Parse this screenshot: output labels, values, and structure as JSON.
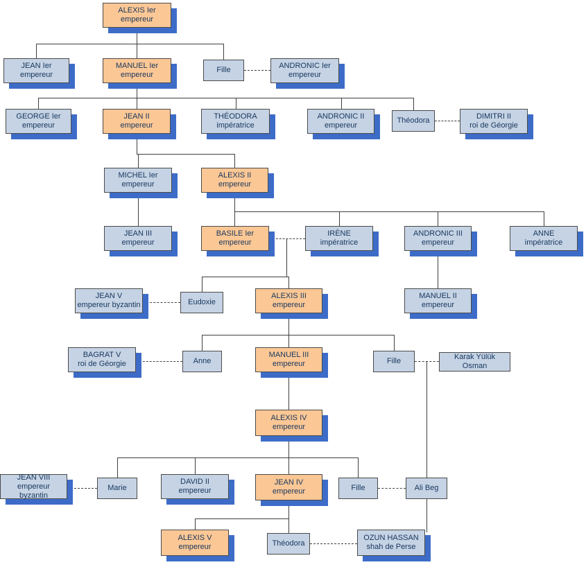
{
  "colors": {
    "dynasty_line_fill": "#FBC795",
    "member_fill": "#C5D3E4",
    "shadow_accent": "#3D6CC8",
    "text": "#17365D",
    "connector": "#3F3F3F"
  },
  "nodes": {
    "alexis1": {
      "line1": "ALEXIS Ier",
      "line2": "empereur"
    },
    "jean1": {
      "line1": "JEAN Ier",
      "line2": "empereur"
    },
    "manuel1": {
      "line1": "MANUEL Ier",
      "line2": "empereur"
    },
    "fille1": {
      "line1": "Fille"
    },
    "andronic1": {
      "line1": "ANDRONIC Ier",
      "line2": "empereur"
    },
    "george1": {
      "line1": "GEORGE Ier",
      "line2": "empereur"
    },
    "jean2": {
      "line1": "JEAN II",
      "line2": "empereur"
    },
    "theodora1": {
      "line1": "THÉODORA",
      "line2": "impératrice"
    },
    "andronic2": {
      "line1": "ANDRONIC II",
      "line2": "empereur"
    },
    "theodora2": {
      "line1": "Théodora"
    },
    "dimitri2": {
      "line1": "DIMITRI II",
      "line2": "roi de Géorgie"
    },
    "michel1": {
      "line1": "MICHEL Ier",
      "line2": "empereur"
    },
    "alexis2": {
      "line1": "ALEXIS II",
      "line2": "empereur"
    },
    "jean3": {
      "line1": "JEAN III",
      "line2": "empereur"
    },
    "basile1": {
      "line1": "BASILE Ier",
      "line2": "empereur"
    },
    "irene": {
      "line1": "IRÈNE",
      "line2": "impératrice"
    },
    "andronic3": {
      "line1": "ANDRONIC III",
      "line2": "empereur"
    },
    "anne1": {
      "line1": "ANNE",
      "line2": "impératrice"
    },
    "jean5": {
      "line1": "JEAN V",
      "line2": "empereur byzantin"
    },
    "eudoxie": {
      "line1": "Eudoxie"
    },
    "alexis3": {
      "line1": "ALEXIS III",
      "line2": "empereur"
    },
    "manuel2": {
      "line1": "MANUEL II",
      "line2": "empereur"
    },
    "bagrat5": {
      "line1": "BAGRAT V",
      "line2": "roi de Géorgie"
    },
    "anne2": {
      "line1": "Anne"
    },
    "manuel3": {
      "line1": "MANUEL III",
      "line2": "empereur"
    },
    "fille2": {
      "line1": "Fille"
    },
    "karak": {
      "line1": "Karak Yülük Osman"
    },
    "alexis4": {
      "line1": "ALEXIS IV",
      "line2": "empereur"
    },
    "jean8": {
      "line1": "JEAN VIII",
      "line2": "empereur byzantin"
    },
    "marie": {
      "line1": "Marie"
    },
    "david2": {
      "line1": "DAVID II",
      "line2": "empereur"
    },
    "jean4": {
      "line1": "JEAN IV",
      "line2": "empereur"
    },
    "fille3": {
      "line1": "Fille"
    },
    "alibeg": {
      "line1": "Ali Beg"
    },
    "alexis5": {
      "line1": "ALEXIS V",
      "line2": "empereur"
    },
    "theodora3": {
      "line1": "Théodora"
    },
    "ozun": {
      "line1": "OZUN HASSAN",
      "line2": "shah de Perse"
    }
  }
}
